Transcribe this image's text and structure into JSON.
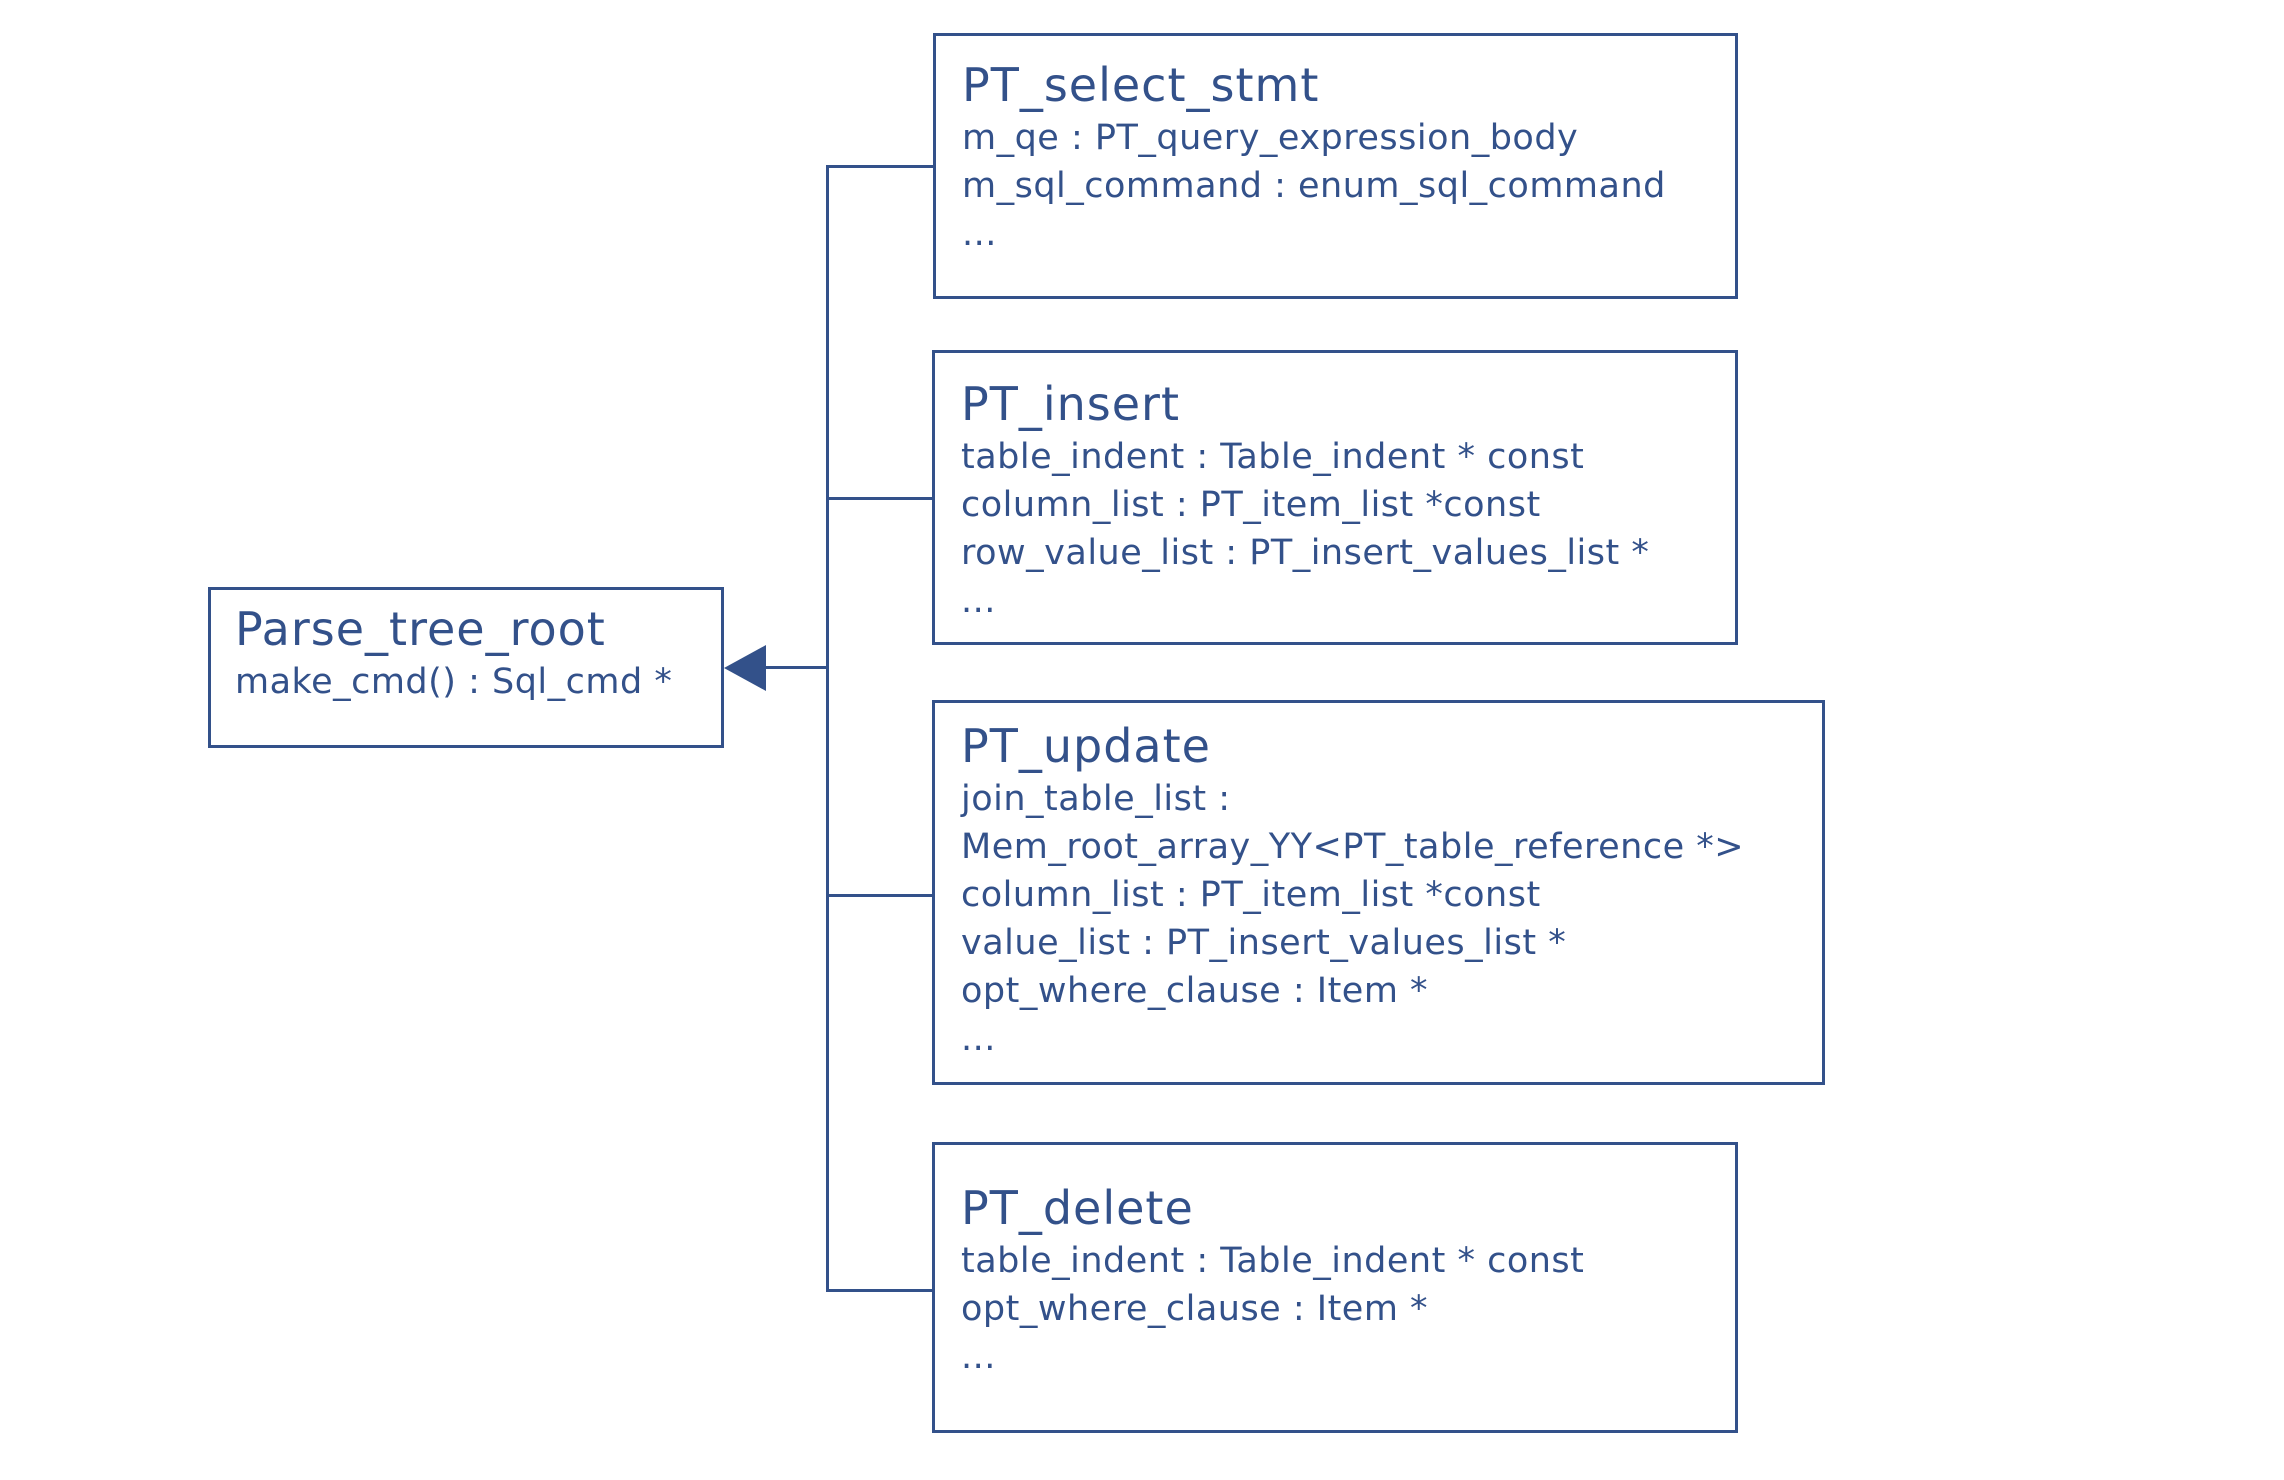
{
  "diagram": {
    "colors": {
      "stroke": "#33518a",
      "background": "#ffffff"
    },
    "root_class": {
      "name": "Parse_tree_root",
      "members": [
        "make_cmd() : Sql_cmd *"
      ]
    },
    "classes": [
      {
        "name": "PT_select_stmt",
        "members": [
          "m_qe : PT_query_expression_body",
          "m_sql_command : enum_sql_command",
          "..."
        ]
      },
      {
        "name": "PT_insert",
        "members": [
          "table_indent : Table_indent * const",
          "column_list : PT_item_list *const",
          "row_value_list : PT_insert_values_list *",
          "..."
        ]
      },
      {
        "name": "PT_update",
        "members": [
          "join_table_list :",
          "Mem_root_array_YY<PT_table_reference *>",
          "column_list : PT_item_list *const",
          "value_list : PT_insert_values_list *",
          "opt_where_clause : Item *",
          "..."
        ]
      },
      {
        "name": "PT_delete",
        "members": [
          "table_indent : Table_indent * const",
          "opt_where_clause : Item *",
          "..."
        ]
      }
    ]
  }
}
